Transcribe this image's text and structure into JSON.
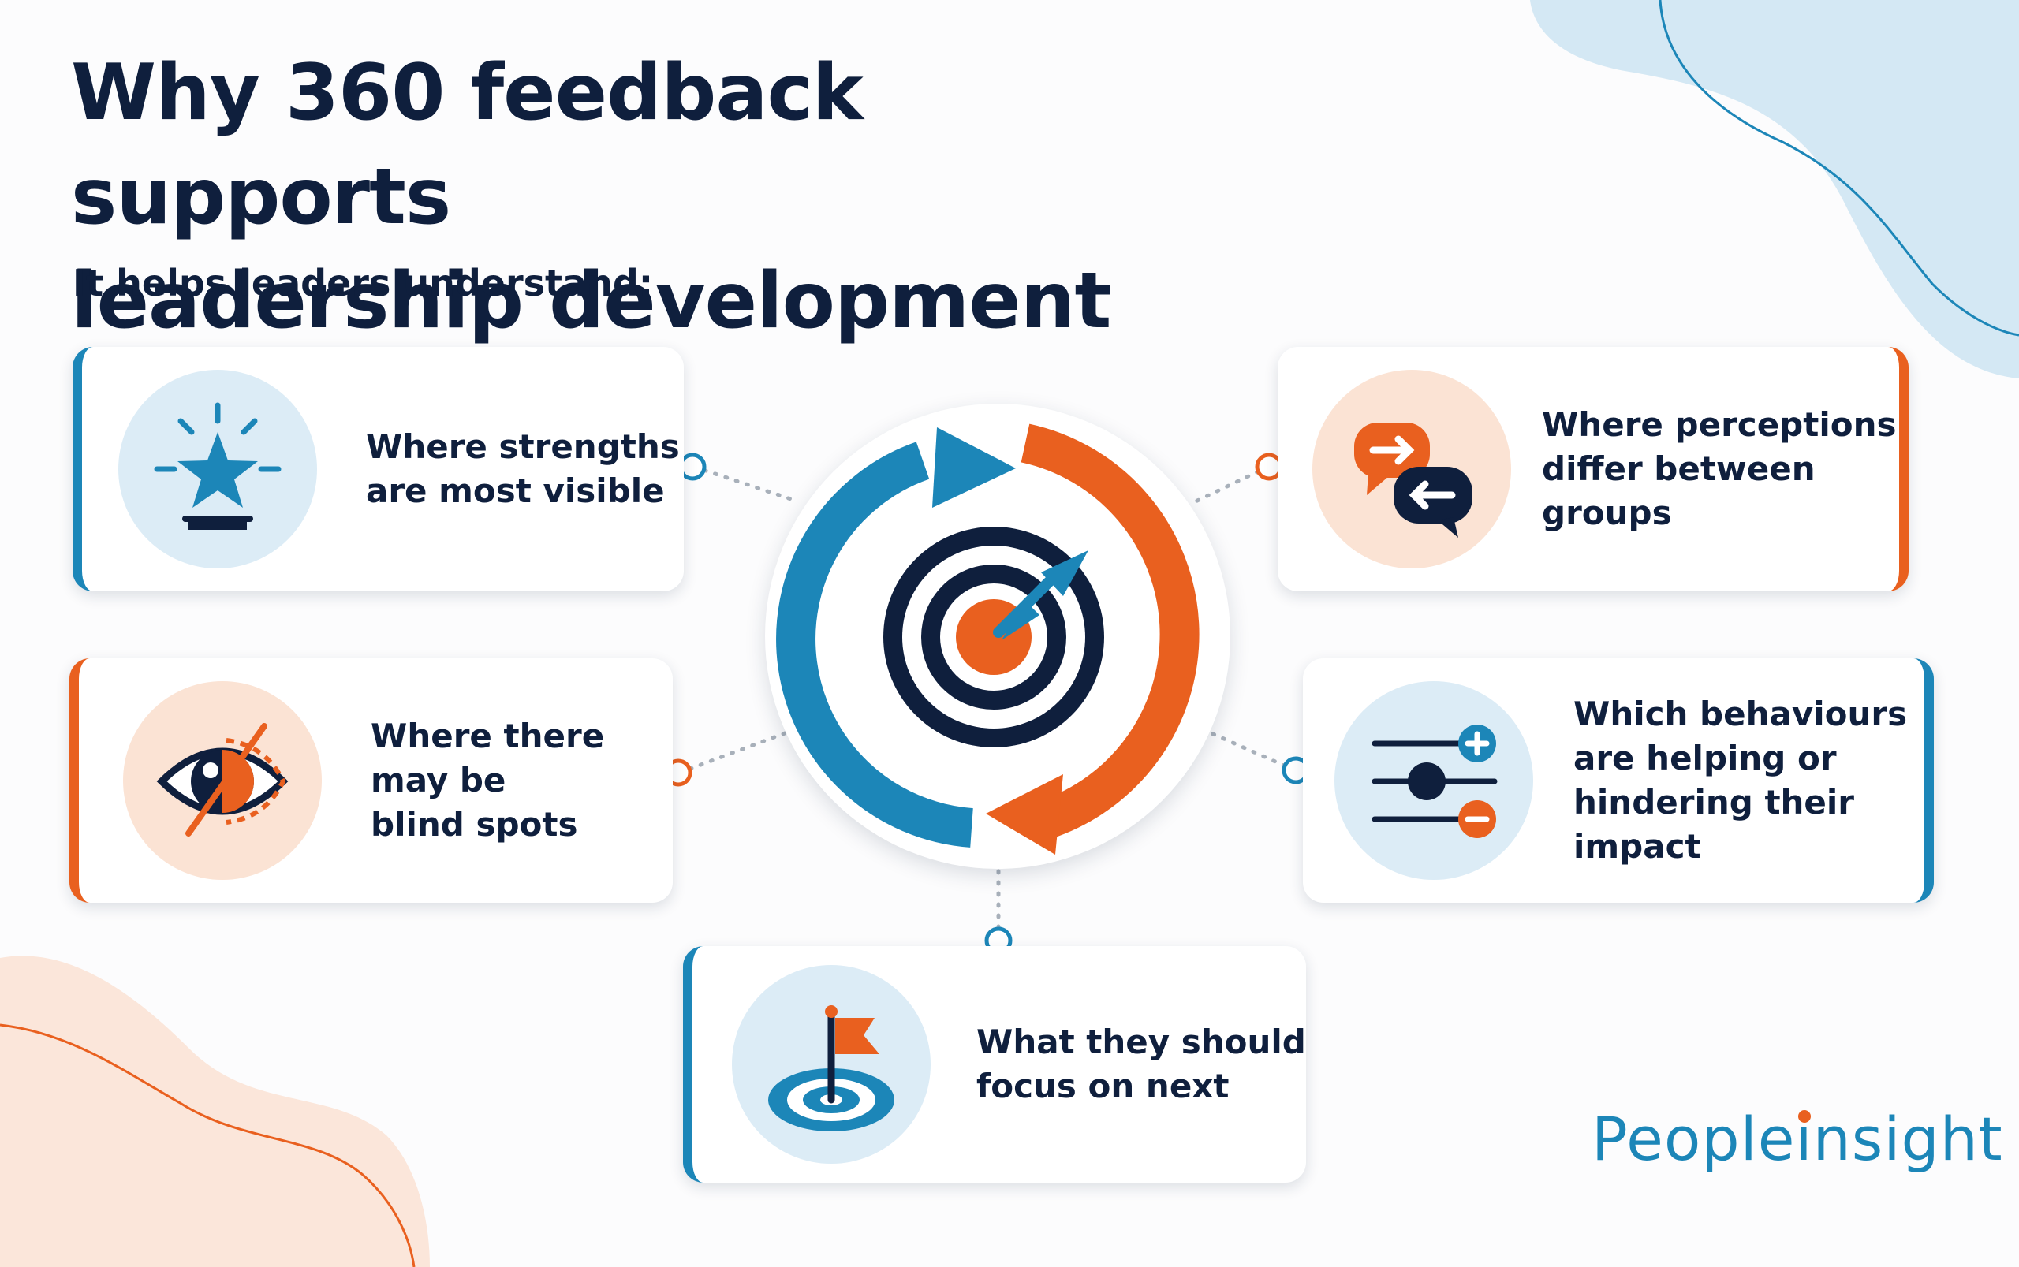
{
  "title_line1": "Why 360 feedback supports",
  "title_line2": "leadership development",
  "subtitle": "It helps leaders understand:",
  "cards": [
    {
      "id": "strengths",
      "label_lines": [
        "Where strengths",
        "are most visible"
      ],
      "icon": "star-icon",
      "accent": "#1c86b8"
    },
    {
      "id": "perceptions",
      "label_lines": [
        "Where perceptions",
        "differ between",
        "groups"
      ],
      "icon": "speech-bubbles-icon",
      "accent": "#e9601f"
    },
    {
      "id": "blind-spots",
      "label_lines": [
        "Where there",
        "may be",
        "blind spots"
      ],
      "icon": "eye-slash-icon",
      "accent": "#e9601f"
    },
    {
      "id": "behaviours",
      "label_lines": [
        "Which behaviours",
        "are helping or",
        "hindering their",
        "impact"
      ],
      "icon": "sliders-icon",
      "accent": "#1c86b8"
    },
    {
      "id": "focus",
      "label_lines": [
        "What they should",
        "focus on next"
      ],
      "icon": "flag-target-icon",
      "accent": "#1c86b8"
    }
  ],
  "center_icon": "target-cycle-icon",
  "logo": {
    "text_before": "People",
    "text_i": "ı",
    "text_after": "nsight",
    "color": "#1c86b8",
    "dot_color": "#e9601f"
  },
  "colors": {
    "navy": "#0f1f3d",
    "blue": "#1c86b8",
    "orange": "#e9601f",
    "light_blue": "#dcecf6",
    "light_orange": "#fbe3d4"
  }
}
